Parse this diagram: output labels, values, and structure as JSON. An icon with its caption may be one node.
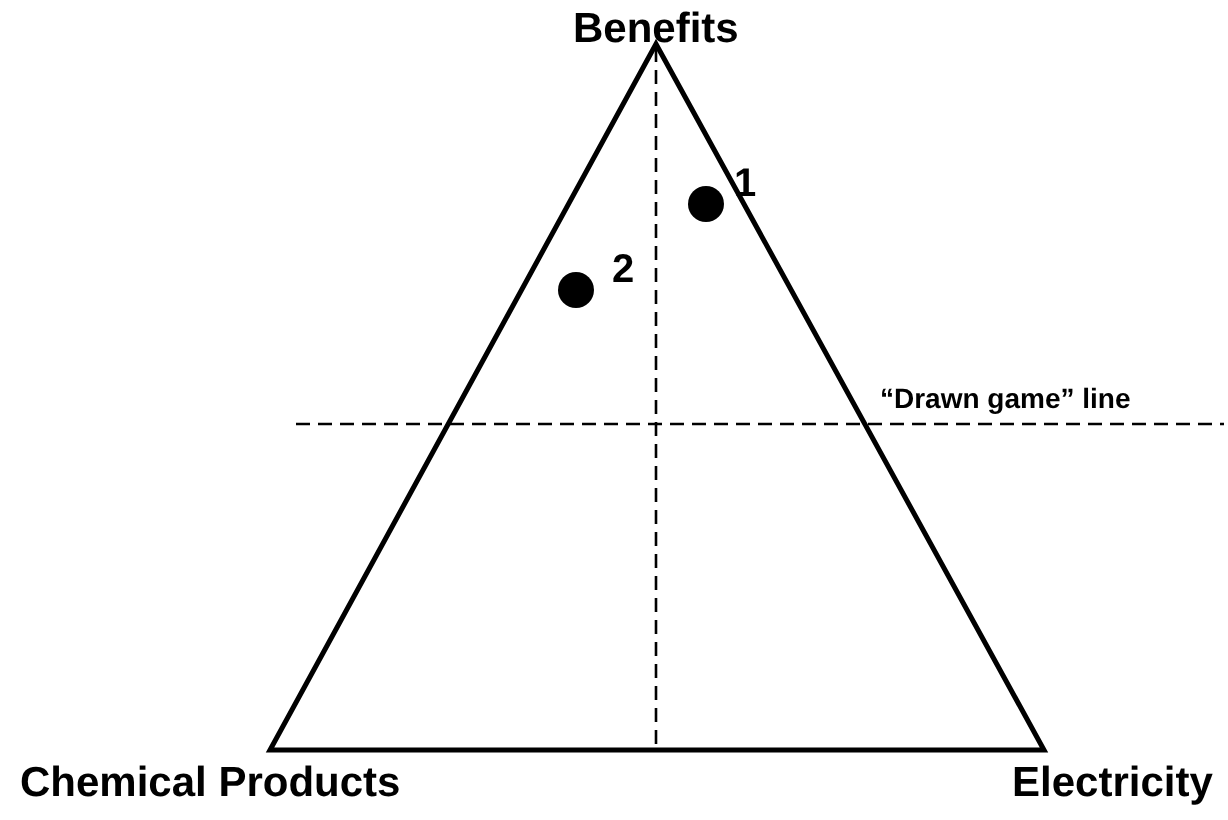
{
  "diagram": {
    "labels": [
      "Benefits",
      "1",
      "2",
      "“Drawn game” line",
      "Chemical Products",
      "Electricity"
    ]
  }
}
